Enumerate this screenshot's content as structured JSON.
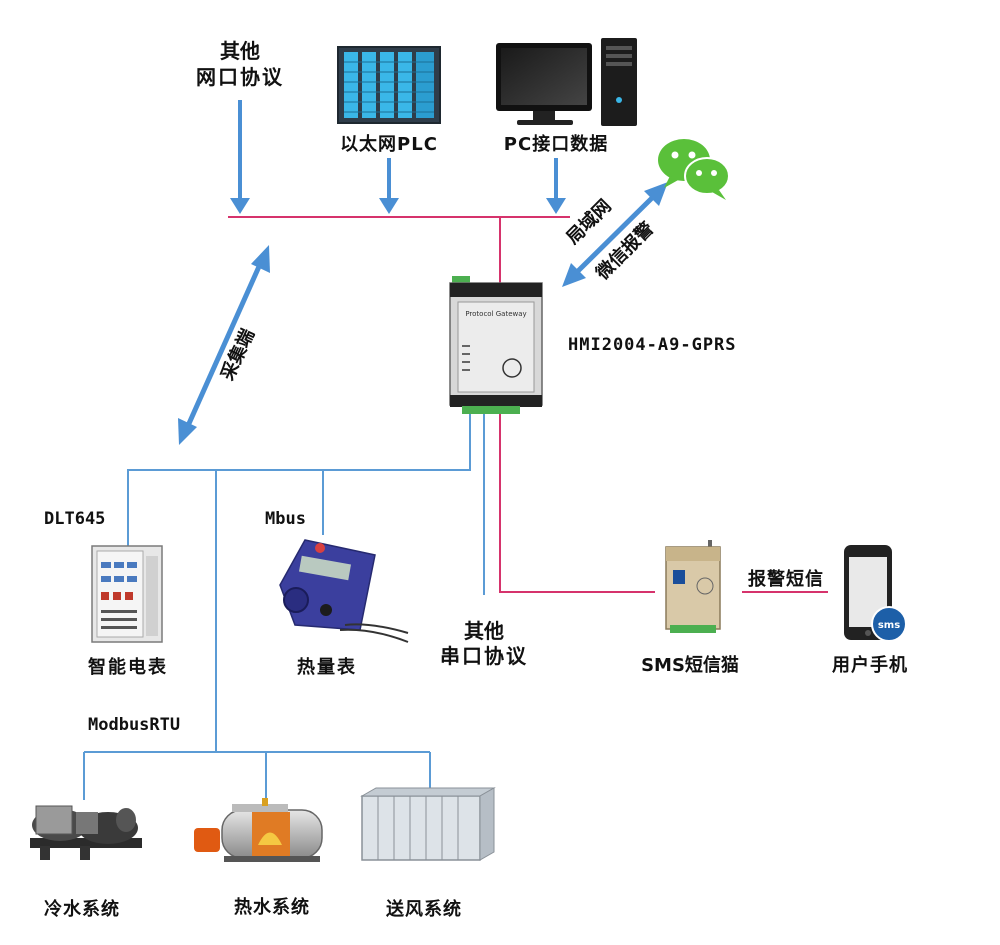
{
  "labels": {
    "other_net_line1": "其他",
    "other_net_line2": "网口协议",
    "plc": "以太网PLC",
    "pc": "PC接口数据",
    "lan_wechat_line1": "局域网",
    "lan_wechat_line2": "微信报警",
    "gateway_model": "HMI2004-A9-GPRS",
    "gateway_panel_text": "Protocol Gateway",
    "collect": "采集端",
    "dlt645": "DLT645",
    "mbus": "Mbus",
    "smart_meter": "智能电表",
    "heat_meter": "热量表",
    "other_serial_line1": "其他",
    "other_serial_line2": "串口协议",
    "sms_modem": "SMS短信猫",
    "alarm_sms": "报警短信",
    "user_phone": "用户手机",
    "phone_badge": "sms",
    "modbus": "ModbusRTU",
    "chiller": "冷水系统",
    "hot_water": "热水系统",
    "air_supply": "送风系统"
  },
  "colors": {
    "blue_line": "#5b9bd5",
    "red_line": "#d6336c",
    "wechat_green": "#5ac03a"
  }
}
